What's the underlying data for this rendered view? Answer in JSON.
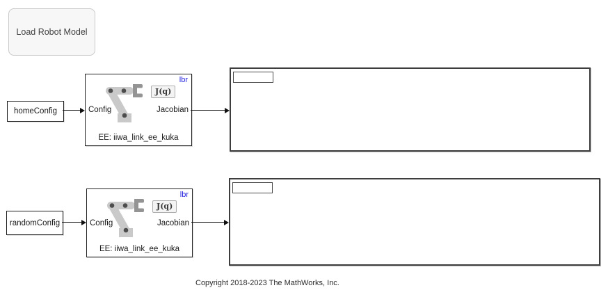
{
  "button": {
    "label": "Load Robot Model"
  },
  "rows": [
    {
      "source": "homeConfig",
      "jacobian_block": {
        "annotation": "lbr",
        "badge": "J(q)",
        "input_port": "Config",
        "output_port": "Jacobian",
        "caption": "EE: iiwa_link_ee_kuka"
      }
    },
    {
      "source": "randomConfig",
      "jacobian_block": {
        "annotation": "lbr",
        "badge": "J(q)",
        "input_port": "Config",
        "output_port": "Jacobian",
        "caption": "EE: iiwa_link_ee_kuka"
      }
    }
  ],
  "footer": {
    "copyright": "Copyright 2018-2023 The MathWorks, Inc."
  },
  "colors": {
    "annotation_blue": "#2121df",
    "block_border": "#222222",
    "display_border": "#3e3e3e",
    "arm_gray": "#c9c9c9",
    "gripper_gray": "#949494",
    "joint_gray": "#4d4d4d",
    "button_bg": "#f7f7f7",
    "button_border": "#c9c9c9",
    "wire_black": "#111111"
  }
}
